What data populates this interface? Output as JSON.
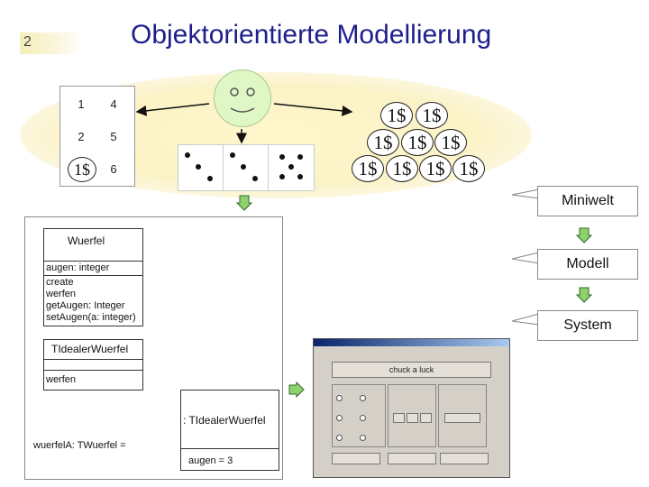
{
  "header": {
    "slide_number": "2",
    "title": "Objektorientierte Modellierung"
  },
  "miniwelt": {
    "table": {
      "col1": [
        "1",
        "2",
        "1$"
      ],
      "col2": [
        "4",
        "5",
        "6"
      ]
    },
    "coin_label": "1$",
    "dice_faces": [
      3,
      3,
      5
    ]
  },
  "stages": {
    "miniwelt": "Miniwelt",
    "modell": "Modell",
    "system": "System"
  },
  "uml": {
    "class_wuerfel": {
      "name": "Wuerfel",
      "attributes": [
        "augen: integer"
      ],
      "methods": [
        "create",
        "werfen",
        "getAugen: Integer",
        "setAugen(a: integer)"
      ]
    },
    "class_tidealer": {
      "name": "TIdealerWuerfel",
      "methods": [
        "werfen"
      ]
    },
    "object": {
      "name": ": TIdealerWuerfel",
      "attribute": "augen = 3"
    },
    "link_label": "wuerfelA: TWuerfel ="
  },
  "system_window": {
    "title_button": "chuck a luck"
  },
  "colors": {
    "title": "#1f1f8c",
    "arrow_fill": "#8fd16c",
    "face": "#dff7c4"
  }
}
